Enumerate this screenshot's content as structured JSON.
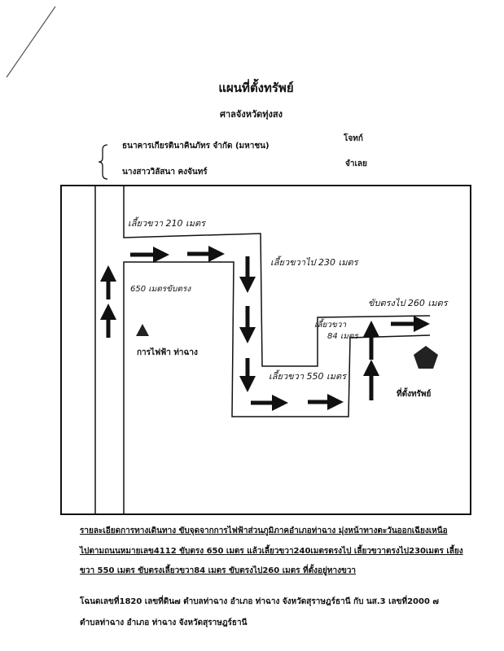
{
  "header": {
    "title": "แผนที่ตั้งทรัพย์",
    "court": "ศาลจังหวัดทุ่งสง",
    "plaintiff": "ธนาคารเกียรตินาคินภัทร จำกัด (มหาชน)",
    "plaintiff_role": "โจทก์",
    "defendant": "นางสาววิลัสนา คงจันทร์",
    "defendant_role": "จำเลย"
  },
  "map": {
    "labels": {
      "turn_right_210": "เลี้ยวขวา 210 เมตร",
      "turn_right_230": "เลี้ยวขวาไป 230 เมตร",
      "straight_650": "650 เมตรขับตรง",
      "landmark": "การไฟฟ้า ท่าฉาง",
      "turn_right_84_a": "เลี้ยวขวา",
      "turn_right_84_b": "84 เมตร",
      "turn_right_550": "เลี้ยวขวา 550 เมตร",
      "straight_260": "ขับตรงไป 260 เมตร",
      "property": "ที่ตั้งทรัพย์"
    }
  },
  "directions": {
    "heading": "รายละเอียดการทางเดินทาง",
    "line1": " ขับจุดจากการไฟฟ้าส่วนภูมิภาคอำเภอท่าฉาง มุ่งหน้าทางตะวันออกเฉียงเหนือ",
    "line2": "ไปตามถนนหมายเลข4112 ขับตรง 650 เมตร แล้วเลี้ยวขวา240เมตรตรงไป เลี้ยวขวาตรงไป230เมตร เลี้ยง",
    "line3": "ขวา 550 เมตร ขับตรงเลี้ยวขวา84 เมตร ขับตรงไป260 เมตร ที่ตั้งอยู่ทางขวา"
  },
  "deed": {
    "line1": "โฉนดเลขที่1820 เลขที่ดิน๗ ตำบลท่าฉาง อำเภอ ท่าฉาง จังหวัดสุราษฎร์ธานี  กับ นส.3 เลขที่2000 ๗",
    "line2": "ตำบลท่าฉาง อำเภอ ท่าฉาง จังหวัดสุราษฎร์ธานี"
  }
}
